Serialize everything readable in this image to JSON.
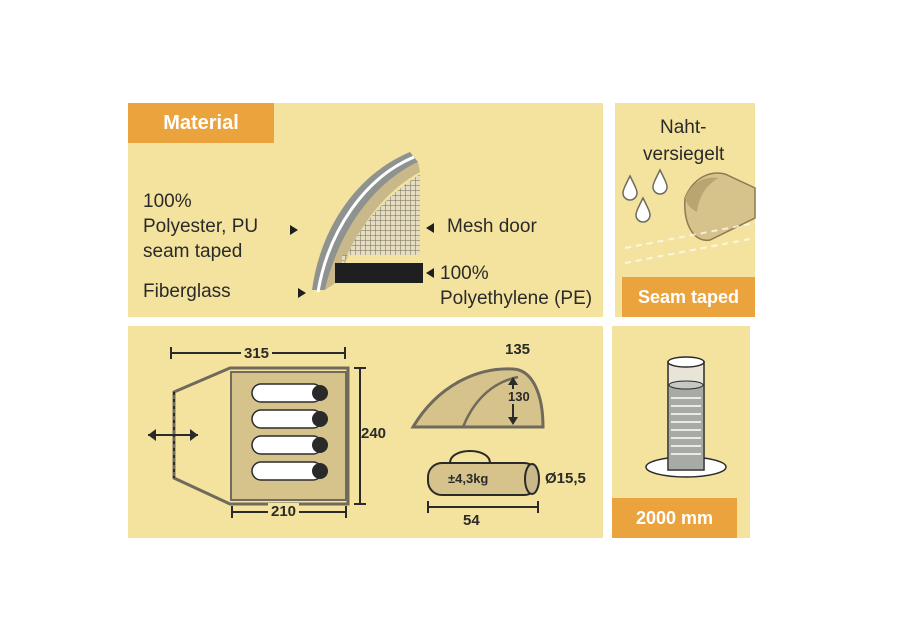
{
  "material": {
    "title": "Material",
    "outer_fabric": [
      "100%",
      "Polyester, PU",
      "seam taped"
    ],
    "poles": "Fiberglass",
    "mesh": "Mesh door",
    "floor": [
      "100%",
      "Polyethylene (PE)"
    ]
  },
  "seam": {
    "caption_line1": "Naht-",
    "caption_line2": "versiegelt",
    "title": "Seam taped"
  },
  "dimensions": {
    "length": "315",
    "width": "240",
    "inner_length": "210",
    "height": "135",
    "inner_height": "130",
    "weight": "±4,3kg",
    "pack_diameter": "Ø15,5",
    "pack_length": "54"
  },
  "waterproof": {
    "title": "2000 mm"
  },
  "colors": {
    "panel": "#f4e39e",
    "accent": "#eba43d"
  }
}
